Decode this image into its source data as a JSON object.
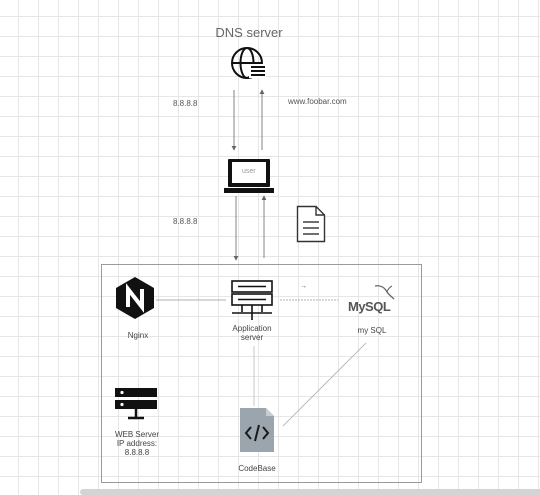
{
  "dns": {
    "title": "DNS server"
  },
  "edges": {
    "dns_ip": "8.8.8.8",
    "domain": "www.foobar.com",
    "user_ip": "8.8.8.8",
    "arrow_glyph": "→"
  },
  "user": {
    "label": "user"
  },
  "app_server": {
    "label_line1": "Application",
    "label_line2": "server"
  },
  "nginx": {
    "label": "Nginx"
  },
  "mysql": {
    "logo_text": "MySQL",
    "label": "my SQL"
  },
  "web_server": {
    "label_line1": "WEB Server",
    "label_line2": "IP address:",
    "label_line3": "8.8.8.8"
  },
  "codebase": {
    "label": "CodeBase"
  },
  "icons": {
    "dns": "globe-icon",
    "user": "laptop-icon",
    "document": "document-icon",
    "nginx": "nginx-logo-icon",
    "app_server": "server-rack-icon",
    "mysql": "mysql-dolphin-icon",
    "web_server": "network-server-icon",
    "codebase": "code-file-icon"
  },
  "colors": {
    "icon": "#111111",
    "line": "#666666",
    "box_border": "#9a9a9a",
    "code_file": "#9aa5ad"
  }
}
